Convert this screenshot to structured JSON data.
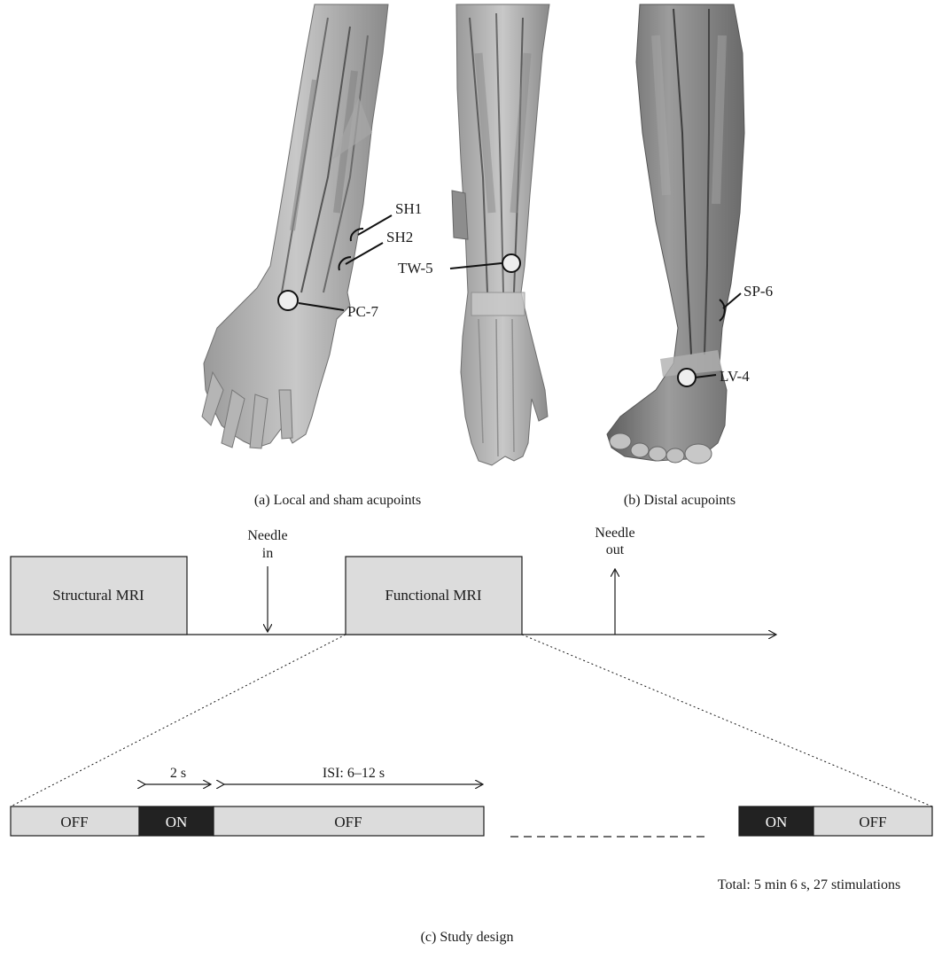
{
  "panel_a": {
    "caption": "(a)  Local and sham acupoints",
    "points": {
      "sh1": "SH1",
      "sh2": "SH2",
      "pc7": "PC-7",
      "tw5": "TW-5"
    }
  },
  "panel_b": {
    "caption": "(b)  Distal acupoints",
    "points": {
      "sp6": "SP-6",
      "lv4": "LV-4"
    }
  },
  "panel_c": {
    "caption": "(c)  Study design",
    "timeline": {
      "structural_label": "Structural MRI",
      "functional_label": "Functional MRI",
      "needle_in": [
        "Needle",
        "in"
      ],
      "needle_out": [
        "Needle",
        "out"
      ]
    },
    "blocks": {
      "off1": "OFF",
      "on1": "ON",
      "off2": "OFF",
      "on2": "ON",
      "off3": "OFF"
    },
    "on_duration": "2 s",
    "isi": "ISI: 6–12 s",
    "total": "Total: 5 min 6 s, 27 stimulations"
  },
  "colors": {
    "box_fill": "#dcdcdc",
    "on_fill": "#222222",
    "ink": "#1a1a1a",
    "skin": "#bfbfbf",
    "muscle": "#7a7a7a"
  }
}
